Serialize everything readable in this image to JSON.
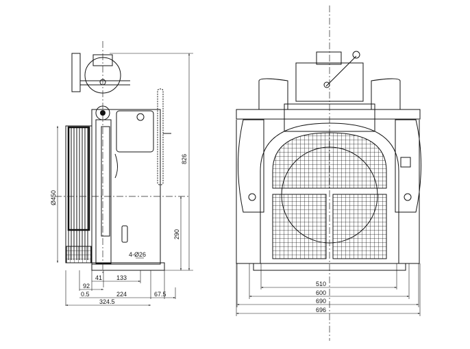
{
  "drawing": {
    "side_view": {
      "diameter_label": "Ø450",
      "height_label": "826",
      "center_height_label": "290",
      "holes_label": "4-Ø26",
      "dims": {
        "d41": "41",
        "d133": "133",
        "d92": "92",
        "d0_5": "0.5",
        "d224": "224",
        "d67_5": "67.5",
        "d324_5": "324.5"
      }
    },
    "front_view": {
      "dims": {
        "w510": "510",
        "w600": "600",
        "w690": "690",
        "w696": "696"
      }
    }
  }
}
